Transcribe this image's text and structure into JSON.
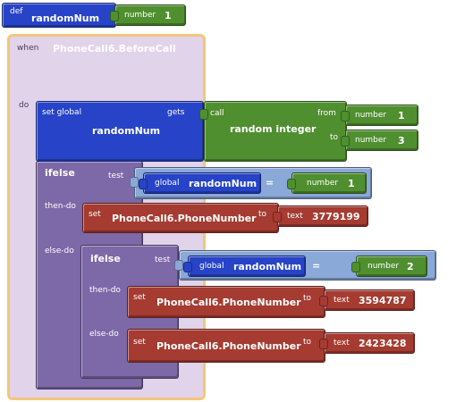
{
  "def_block": {
    "keyword": "def",
    "name": "randomNum",
    "value_type": "number",
    "value": "1"
  },
  "event": {
    "when": "when",
    "name": "PhoneCall6.BeforeCall",
    "do": "do"
  },
  "set_global": {
    "label": "set global",
    "name": "randomNum",
    "gets": "gets"
  },
  "random": {
    "call": "call",
    "name": "random integer",
    "from_label": "from",
    "from_type": "number",
    "from_value": "1",
    "to_label": "to",
    "to_type": "number",
    "to_value": "3"
  },
  "ifelse1": {
    "label": "ifelse",
    "test": "test",
    "then": "then-do",
    "else": "else-do",
    "global": "global",
    "var": "randomNum",
    "op": "=",
    "num_type": "number",
    "num": "1",
    "set_label": "set",
    "component": "PhoneCall6.PhoneNumber",
    "to_label": "to",
    "text_type": "text",
    "text_value": "3779199"
  },
  "ifelse2": {
    "label": "ifelse",
    "test": "test",
    "then": "then-do",
    "else": "else-do",
    "global": "global",
    "var": "randomNum",
    "op": "=",
    "num_type": "number",
    "num": "2",
    "then_set": {
      "set_label": "set",
      "component": "PhoneCall6.PhoneNumber",
      "to_label": "to",
      "text_type": "text",
      "text_value": "3594787"
    },
    "else_set": {
      "set_label": "set",
      "component": "PhoneCall6.PhoneNumber",
      "to_label": "to",
      "text_type": "text",
      "text_value": "2423428"
    }
  },
  "colors": {
    "global_blue": "#2744c8",
    "math_green": "#4f8f2f",
    "control_purple": "#7d68a8",
    "component_red": "#a53b31",
    "logic_blue": "#8aa8d8",
    "event_bg": "#e0d3ea",
    "highlight": "#f3c77a"
  }
}
